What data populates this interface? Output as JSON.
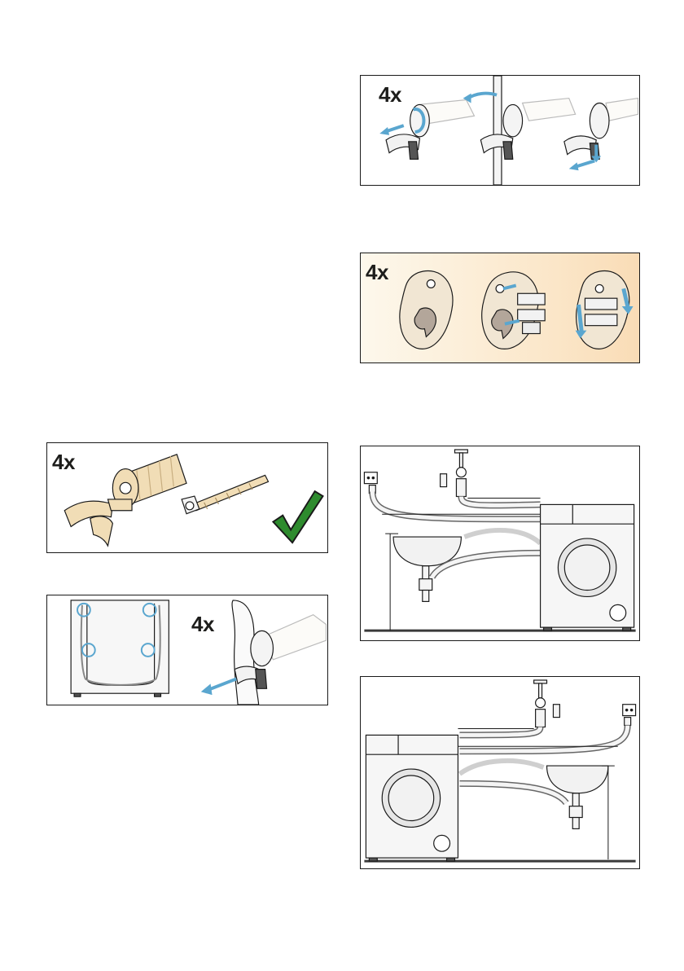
{
  "panels": {
    "shipping_bolts_removal": {
      "quantity_label": "4x"
    },
    "hole_covers": {
      "quantity_label": "4x"
    },
    "transport_locks": {
      "quantity_label": "4x"
    },
    "hose_removal": {
      "quantity_label": "4x"
    },
    "install_right_layout": {},
    "install_left_layout": {}
  },
  "icons": {
    "check": "check-icon",
    "arrow": "arrow-icon"
  },
  "colors": {
    "accent_arrow": "#5aa6cf",
    "bolt_beige": "#f1ddb6",
    "check_green": "#2e8b2e",
    "outline": "#1a1a1a"
  }
}
